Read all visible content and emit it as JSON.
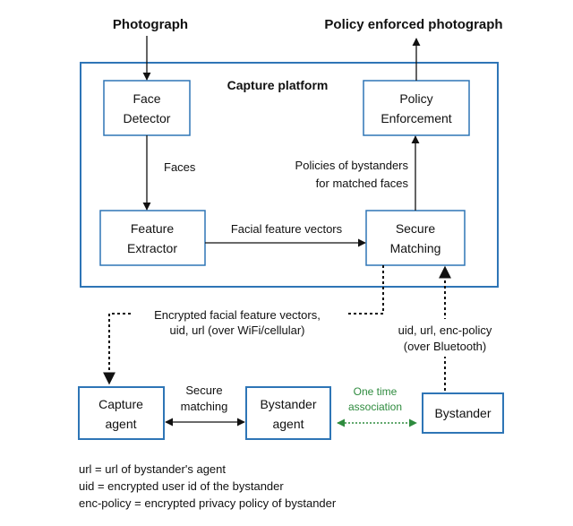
{
  "inputs": {
    "photograph": "Photograph",
    "output": "Policy enforced photograph"
  },
  "platform": {
    "title": "Capture platform",
    "face_detector": [
      "Face",
      "Detector"
    ],
    "feature_extractor": [
      "Feature",
      "Extractor"
    ],
    "policy_enforcement": [
      "Policy",
      "Enforcement"
    ],
    "secure_matching": [
      "Secure",
      "Matching"
    ],
    "faces_label": "Faces",
    "vectors_label": "Facial feature vectors",
    "policies_label": [
      "Policies of bystanders",
      "for matched faces"
    ]
  },
  "network": {
    "encrypted_label": [
      "Encrypted facial feature vectors,",
      "uid, url (over WiFi/cellular)"
    ],
    "bluetooth_label": [
      "uid, url, enc-policy",
      "(over Bluetooth)"
    ]
  },
  "agents": {
    "capture_agent": [
      "Capture",
      "agent"
    ],
    "bystander_agent": [
      "Bystander",
      "agent"
    ],
    "bystander": "Bystander",
    "secure_matching_label": [
      "Secure",
      "matching"
    ],
    "one_time_label": [
      "One time",
      "association"
    ]
  },
  "legend": [
    "url = url of bystander's agent",
    "uid = encrypted user id of the bystander",
    "enc-policy = encrypted privacy policy of bystander"
  ],
  "colors": {
    "box_border": "#2e75b6",
    "green": "#2e8b3e",
    "arrow": "#111111"
  }
}
